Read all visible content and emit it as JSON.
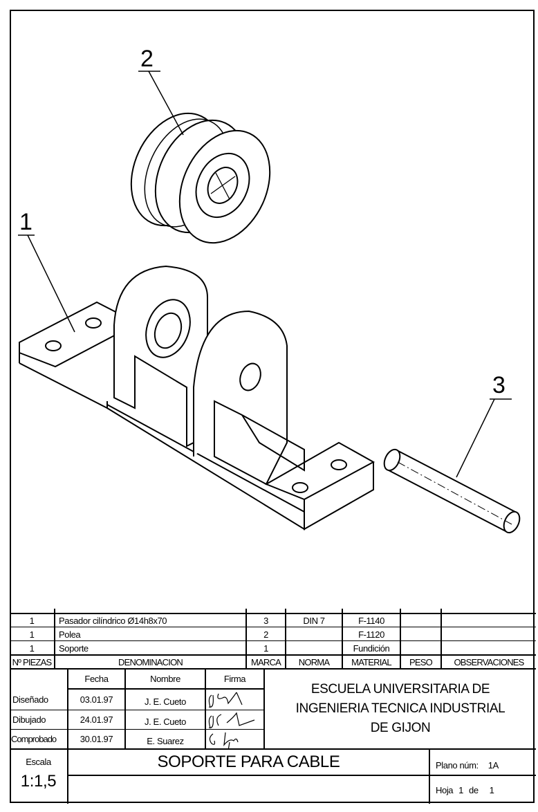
{
  "drawing": {
    "balloons": [
      "1",
      "2",
      "3"
    ]
  },
  "parts_list": {
    "rows": [
      {
        "qty": "1",
        "name": "Pasador cilíndrico Ø14h8x70",
        "mark": "3",
        "norm": "DIN 7",
        "material": "F-1140",
        "weight": "",
        "notes": ""
      },
      {
        "qty": "1",
        "name": "Polea",
        "mark": "2",
        "norm": "",
        "material": "F-1120",
        "weight": "",
        "notes": ""
      },
      {
        "qty": "1",
        "name": "Soporte",
        "mark": "1",
        "norm": "",
        "material": "Fundición",
        "weight": "",
        "notes": ""
      }
    ],
    "headers": {
      "qty": "Nº PIEZAS",
      "name": "DENOMINACION",
      "mark": "MARCA",
      "norm": "NORMA",
      "material": "MATERIAL",
      "weight": "PESO",
      "notes": "OBSERVACIONES"
    }
  },
  "title_block": {
    "col_headers": {
      "date": "Fecha",
      "name": "Nombre",
      "signature": "Firma"
    },
    "rows": [
      {
        "role": "Diseñado",
        "date": "03.01.97",
        "name": "J. E. Cueto"
      },
      {
        "role": "Dibujado",
        "date": "24.01.97",
        "name": "J. E. Cueto"
      },
      {
        "role": "Comprobado",
        "date": "30.01.97",
        "name": "E. Suarez"
      }
    ],
    "school": [
      "ESCUELA UNIVERSITARIA DE",
      "INGENIERIA TECNICA INDUSTRIAL",
      "DE GIJON"
    ],
    "scale_label": "Escala",
    "scale": "1:1,5",
    "title": "SOPORTE PARA CABLE",
    "plan_label": "Plano núm:",
    "plan_number": "1A",
    "sheet_label": "Hoja",
    "sheet": "1",
    "sheet_of": "de",
    "sheet_total": "1"
  }
}
